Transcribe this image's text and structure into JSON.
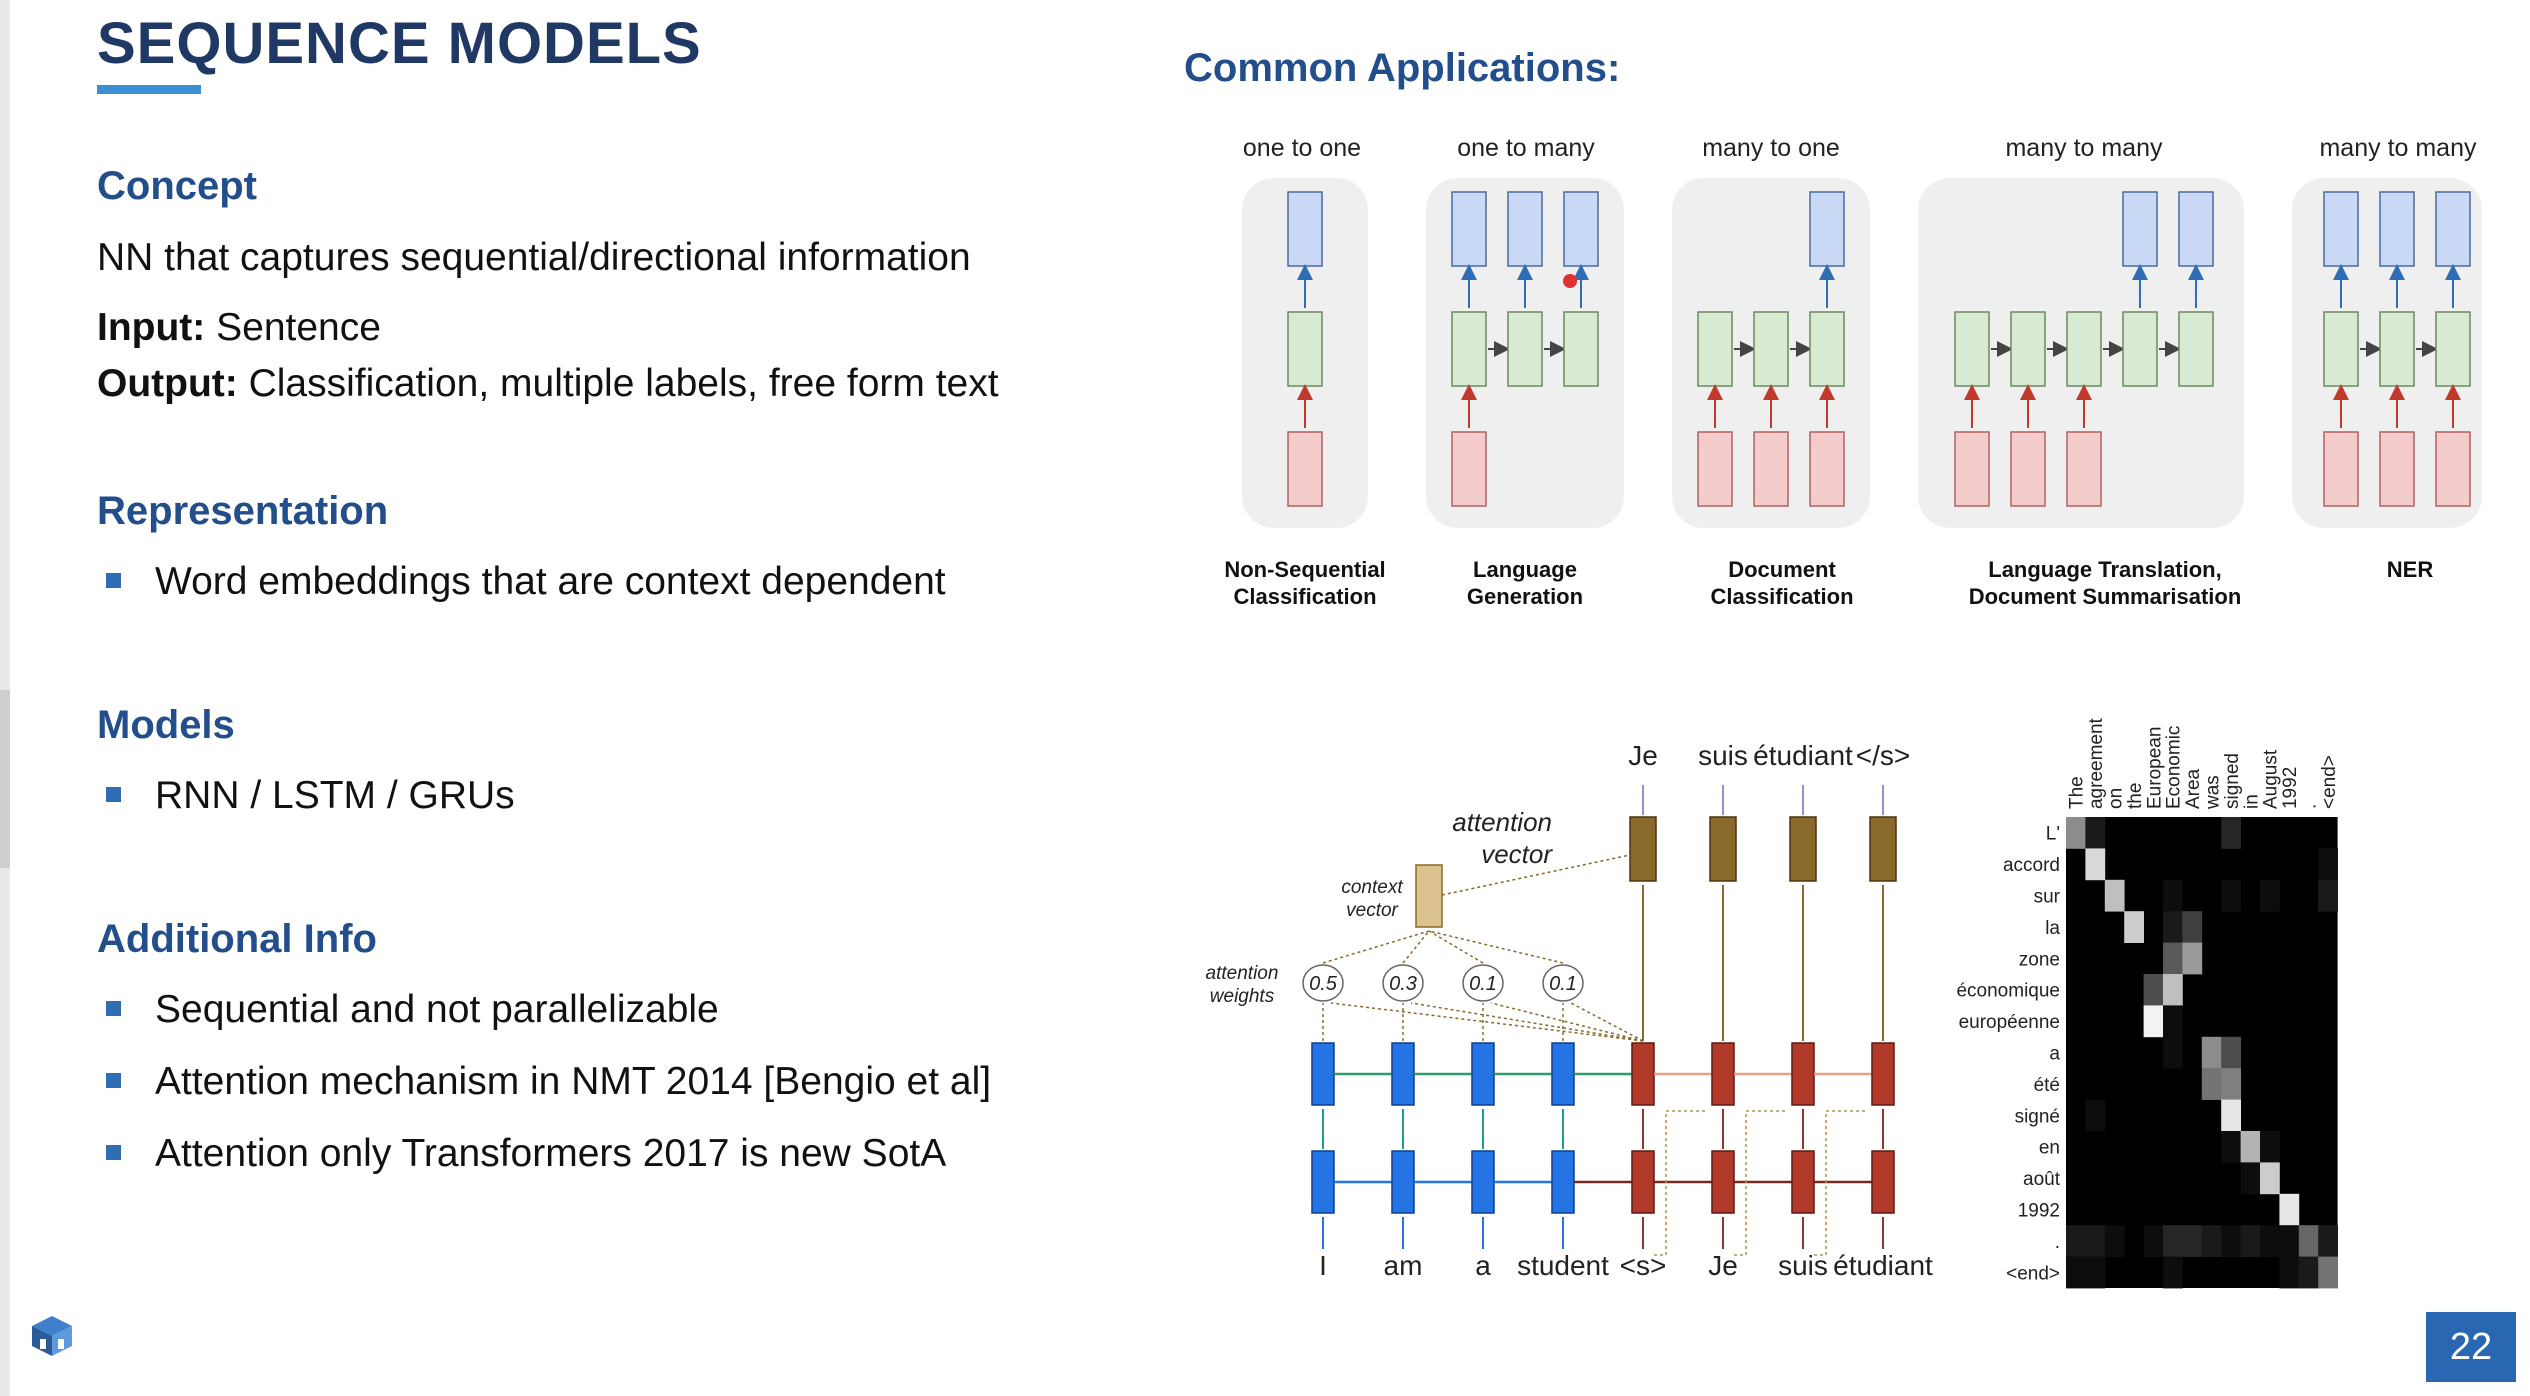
{
  "slide": {
    "title": "SEQUENCE MODELS",
    "page_number": "22",
    "logo_icon": "stacked-cube-logo"
  },
  "left": {
    "concept": {
      "heading": "Concept",
      "text": "NN that captures sequential/directional information",
      "input_label": "Input:",
      "input_value": " Sentence",
      "output_label": "Output:",
      "output_value": " Classification, multiple labels, free form text"
    },
    "representation": {
      "heading": "Representation",
      "bullets": [
        "Word embeddings that are context dependent"
      ]
    },
    "models": {
      "heading": "Models",
      "bullets": [
        "RNN / LSTM / GRUs"
      ]
    },
    "additional": {
      "heading": "Additional Info",
      "bullets": [
        "Sequential and not parallelizable",
        "Attention mechanism in NMT 2014 [Bengio et al]",
        "Attention only Transformers 2017 is new SotA"
      ]
    }
  },
  "applications": {
    "title": "Common Applications:",
    "panels": [
      {
        "label": "one to one",
        "caption_line1": "Non-Sequential",
        "caption_line2": "Classification"
      },
      {
        "label": "one to many",
        "caption_line1": "Language",
        "caption_line2": "Generation"
      },
      {
        "label": "many to one",
        "caption_line1": "Document",
        "caption_line2": "Classification"
      },
      {
        "label": "many to many",
        "caption_line1": "Language Translation,",
        "caption_line2": "Document Summarisation"
      },
      {
        "label": "many to many",
        "caption_line1": "NER",
        "caption_line2": ""
      }
    ],
    "colors": {
      "output": "#c9d9f5",
      "hidden": "#d8ead2",
      "input": "#f5cccc",
      "panel_bg": "#efefef",
      "arrow": "#2f6eb5",
      "input_arrow": "#c0392b"
    }
  },
  "attention_diagram": {
    "output_words": [
      "Je",
      "suis",
      "étudiant",
      "</s>"
    ],
    "input_words": [
      "I",
      "am",
      "a",
      "student",
      "<s>",
      "Je",
      "suis",
      "étudiant"
    ],
    "attention_vector_label": [
      "attention",
      "vector"
    ],
    "context_vector_label": [
      "context",
      "vector"
    ],
    "attention_weights_label": [
      "attention",
      "weights"
    ],
    "weights": [
      "0.5",
      "0.3",
      "0.1",
      "0.1"
    ],
    "colors": {
      "encoder": "#2474e6",
      "decoder": "#b23a2b",
      "attention": "#8a6a2a",
      "context": "#dcc28e"
    }
  },
  "heatmap": {
    "x_labels": [
      "The",
      "agreement",
      "on",
      "the",
      "European",
      "Economic",
      "Area",
      "was",
      "signed",
      "in",
      "August",
      "1992",
      ".",
      "<end>"
    ],
    "y_labels": [
      "L'",
      "accord",
      "sur",
      "la",
      "zone",
      "économique",
      "européenne",
      "a",
      "été",
      "signé",
      "en",
      "août",
      "1992",
      ".",
      "<end>"
    ],
    "matrix": [
      [
        0.55,
        0.1,
        0,
        0,
        0,
        0,
        0,
        0,
        0.15,
        0,
        0,
        0,
        0,
        0
      ],
      [
        0,
        0.85,
        0,
        0,
        0,
        0,
        0,
        0,
        0,
        0,
        0,
        0,
        0,
        0.05
      ],
      [
        0,
        0,
        0.75,
        0,
        0,
        0.05,
        0,
        0,
        0.05,
        0,
        0.05,
        0,
        0,
        0.1
      ],
      [
        0,
        0,
        0,
        0.8,
        0,
        0.1,
        0.25,
        0,
        0,
        0,
        0,
        0,
        0,
        0
      ],
      [
        0,
        0,
        0,
        0,
        0,
        0.35,
        0.6,
        0,
        0,
        0,
        0,
        0,
        0,
        0
      ],
      [
        0,
        0,
        0,
        0,
        0.3,
        0.75,
        0,
        0,
        0,
        0,
        0,
        0,
        0,
        0
      ],
      [
        0,
        0,
        0,
        0,
        0.95,
        0.05,
        0,
        0,
        0,
        0,
        0,
        0,
        0,
        0
      ],
      [
        0,
        0,
        0,
        0,
        0,
        0.05,
        0,
        0.55,
        0.3,
        0,
        0,
        0,
        0,
        0
      ],
      [
        0,
        0,
        0,
        0,
        0,
        0,
        0,
        0.45,
        0.5,
        0,
        0,
        0,
        0,
        0
      ],
      [
        0,
        0.05,
        0,
        0,
        0,
        0,
        0,
        0,
        0.9,
        0,
        0,
        0,
        0,
        0
      ],
      [
        0,
        0,
        0,
        0,
        0,
        0,
        0,
        0,
        0.05,
        0.7,
        0.05,
        0,
        0,
        0
      ],
      [
        0,
        0,
        0,
        0,
        0,
        0,
        0,
        0,
        0,
        0.05,
        0.8,
        0,
        0,
        0
      ],
      [
        0,
        0,
        0,
        0,
        0,
        0,
        0,
        0,
        0,
        0,
        0,
        0.9,
        0,
        0
      ],
      [
        0.1,
        0.1,
        0.05,
        0,
        0.05,
        0.15,
        0.15,
        0.1,
        0.05,
        0.1,
        0.05,
        0.05,
        0.4,
        0.1
      ],
      [
        0.05,
        0.05,
        0,
        0,
        0,
        0.05,
        0,
        0,
        0,
        0,
        0,
        0.05,
        0.1,
        0.45
      ]
    ]
  }
}
